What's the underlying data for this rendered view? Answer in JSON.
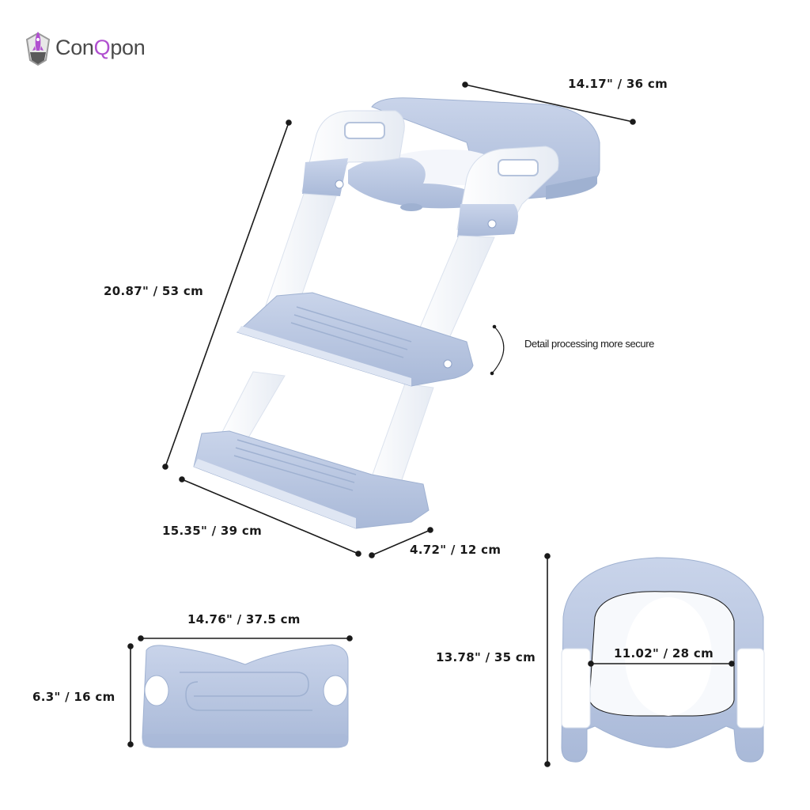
{
  "brand": {
    "logo_text_prefix": "Con",
    "logo_text_accent": "Q",
    "logo_text_suffix": "pon",
    "accent_color": "#b04fd0",
    "icon": "rocket-shield-icon"
  },
  "product": {
    "colors": {
      "primary_blue": "#b9c7e0",
      "dark_blue": "#9fb1d1",
      "white": "#ffffff"
    }
  },
  "dimensions": {
    "seat_width": "14.17\" / 36 cm",
    "height": "20.87\" / 53 cm",
    "base_length": "15.35\" / 39 cm",
    "base_depth": "4.72\" / 12 cm",
    "step_width": "14.76\" / 37.5 cm",
    "step_depth": "6.3\" / 16 cm",
    "seat_outer_length": "13.78\" / 35 cm",
    "seat_inner_width": "11.02\" / 28 cm"
  },
  "annotations": {
    "detail_note": "Detail processing more secure"
  }
}
